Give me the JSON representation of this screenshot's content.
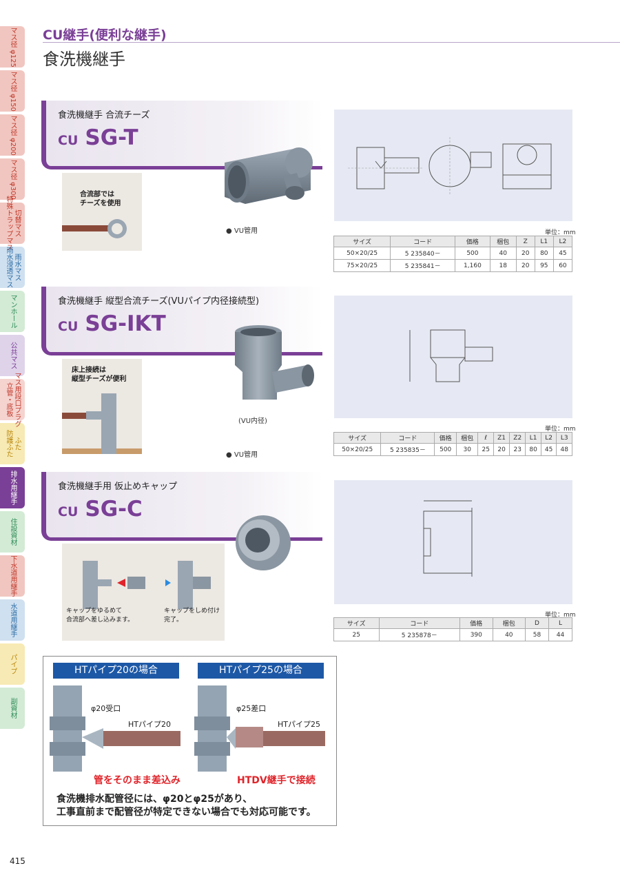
{
  "side_tabs": [
    {
      "label": "マス径 φ125",
      "color": "#f1c6c0",
      "text_color": "#c0392b"
    },
    {
      "label": "マス径 φ150",
      "color": "#f1c6c0",
      "text_color": "#c0392b"
    },
    {
      "label": "マス径 φ200",
      "color": "#f1c6c0",
      "text_color": "#c0392b"
    },
    {
      "label": "マス径 φ300",
      "color": "#f1c6c0",
      "text_color": "#c0392b"
    },
    {
      "label": "切替マス\n特殊トラップマス",
      "color": "#f1c6c0",
      "text_color": "#c0392b"
    },
    {
      "label": "雨水マス\n雨水浸透マス",
      "color": "#cfe0f0",
      "text_color": "#2e6da4"
    },
    {
      "label": "マンホール",
      "color": "#d3ebd5",
      "text_color": "#2e8b57"
    },
    {
      "label": "公共マス",
      "color": "#dfd3ea",
      "text_color": "#7a3f96"
    },
    {
      "label": "マス用段口プラグ\n立管・底板",
      "color": "#f5d3cf",
      "text_color": "#c0392b"
    },
    {
      "label": "ふた\n防護ふた",
      "color": "#f7eab4",
      "text_color": "#b8860b"
    },
    {
      "label": "排水用継手",
      "color": "#7a3f96",
      "text_color": "#ffffff"
    },
    {
      "label": "住設資材",
      "color": "#d3ebd5",
      "text_color": "#2e8b57"
    },
    {
      "label": "下水道用継手",
      "color": "#f1c6c0",
      "text_color": "#c0392b"
    },
    {
      "label": "水道用継手",
      "color": "#cfe0f0",
      "text_color": "#2e6da4"
    },
    {
      "label": "パイプ",
      "color": "#f7eab4",
      "text_color": "#b8860b"
    },
    {
      "label": "副資材",
      "color": "#d3ebd5",
      "text_color": "#2e8b57"
    }
  ],
  "header": {
    "category": "CU継手(便利な継手)",
    "title": "食洗機継手"
  },
  "products": [
    {
      "subtitle": "食洗機継手 合流チーズ",
      "cu": "CU",
      "name": "SG-T",
      "illus_caption": "合流部では\nチーズを使用",
      "note": "● VU管用",
      "unit": "単位：mm",
      "columns": [
        "サイズ",
        "コード",
        "価格",
        "梱包",
        "Z",
        "L1",
        "L2"
      ],
      "rows": [
        [
          "50×20/25",
          "5 235840－",
          "500",
          "40",
          "20",
          "80",
          "45"
        ],
        [
          "75×20/25",
          "5 235841－",
          "1,160",
          "18",
          "20",
          "95",
          "60"
        ]
      ]
    },
    {
      "subtitle": "食洗機継手 縦型合流チーズ(VUパイプ内径接続型)",
      "cu": "CU",
      "name": "SG-IKT",
      "illus_caption": "床上接続は\n縦型チーズが便利",
      "photo_caption": "(VU内径)",
      "note": "● VU管用",
      "unit": "単位：mm",
      "columns": [
        "サイズ",
        "コード",
        "価格",
        "梱包",
        "ℓ",
        "Z1",
        "Z2",
        "L1",
        "L2",
        "L3"
      ],
      "rows": [
        [
          "50×20/25",
          "5 235835－",
          "500",
          "30",
          "25",
          "20",
          "23",
          "80",
          "45",
          "48"
        ]
      ]
    },
    {
      "subtitle": "食洗機継手用 仮止めキャップ",
      "cu": "CU",
      "name": "SG-C",
      "illus_caption_left": "キャップをゆるめて\n合流部へ差し込みます。",
      "illus_caption_right": "キャップをしめ付け\n完了。",
      "unit": "単位：mm",
      "columns": [
        "サイズ",
        "コード",
        "価格",
        "梱包",
        "D",
        "L"
      ],
      "rows": [
        [
          "25",
          "5 235878－",
          "390",
          "40",
          "58",
          "44"
        ]
      ]
    }
  ],
  "ht_box": {
    "left_title": "HTパイプ20の場合",
    "right_title": "HTパイプ25の場合",
    "left_port": "φ20受口",
    "right_port": "φ25差口",
    "left_pipe": "HTパイプ20",
    "right_pipe": "HTパイプ25",
    "left_result": "管をそのまま差込み",
    "right_result": "HTDV継手で接続",
    "footer_line1": "食洗機排水配管径には、φ20とφ25があり、",
    "footer_line2": "工事直前まで配管径が特定できない場合でも対応可能です。"
  },
  "page_number": "415",
  "colors": {
    "accent": "#7a3f96",
    "blue": "#1d58a6",
    "red": "#e0242a"
  }
}
